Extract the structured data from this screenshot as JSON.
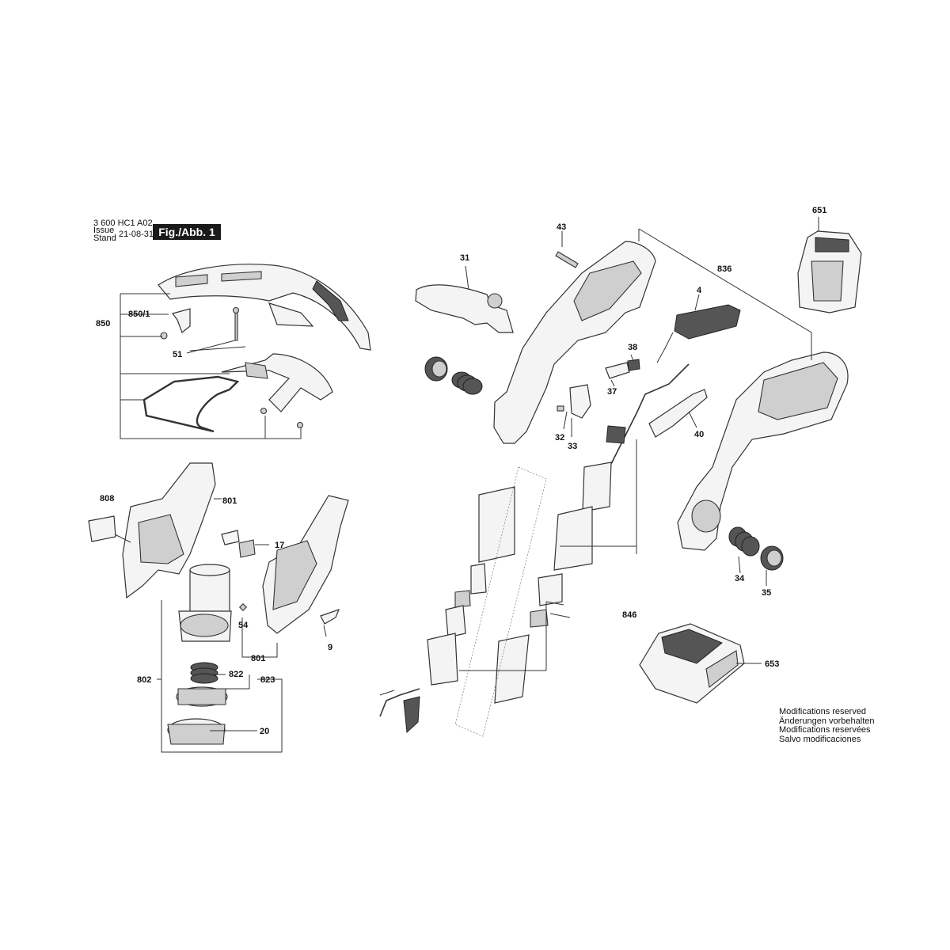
{
  "header": {
    "doc_number": "3 600 HC1 A02",
    "issue_label": "Issue",
    "stand_label": "Stand",
    "issue_date": "21-08-31",
    "figure_label": "Fig./Abb. 1"
  },
  "modifications": [
    "Modifications reserved",
    "Änderungen vorbehalten",
    "Modifications reservées",
    "Salvo modificaciones"
  ],
  "callouts": [
    {
      "id": "850",
      "label": "850"
    },
    {
      "id": "850-1",
      "label": "850/1"
    },
    {
      "id": "51",
      "label": "51"
    },
    {
      "id": "808",
      "label": "808"
    },
    {
      "id": "801a",
      "label": "801"
    },
    {
      "id": "17",
      "label": "17"
    },
    {
      "id": "54",
      "label": "54"
    },
    {
      "id": "801b",
      "label": "801"
    },
    {
      "id": "9",
      "label": "9"
    },
    {
      "id": "802",
      "label": "802"
    },
    {
      "id": "822",
      "label": "822"
    },
    {
      "id": "823",
      "label": "823"
    },
    {
      "id": "20",
      "label": "20"
    },
    {
      "id": "43",
      "label": "43"
    },
    {
      "id": "31",
      "label": "31"
    },
    {
      "id": "836",
      "label": "836"
    },
    {
      "id": "651",
      "label": "651"
    },
    {
      "id": "4",
      "label": "4"
    },
    {
      "id": "38",
      "label": "38"
    },
    {
      "id": "37",
      "label": "37"
    },
    {
      "id": "32",
      "label": "32"
    },
    {
      "id": "33",
      "label": "33"
    },
    {
      "id": "40",
      "label": "40"
    },
    {
      "id": "34",
      "label": "34"
    },
    {
      "id": "35",
      "label": "35"
    },
    {
      "id": "846",
      "label": "846"
    },
    {
      "id": "653",
      "label": "653"
    }
  ]
}
